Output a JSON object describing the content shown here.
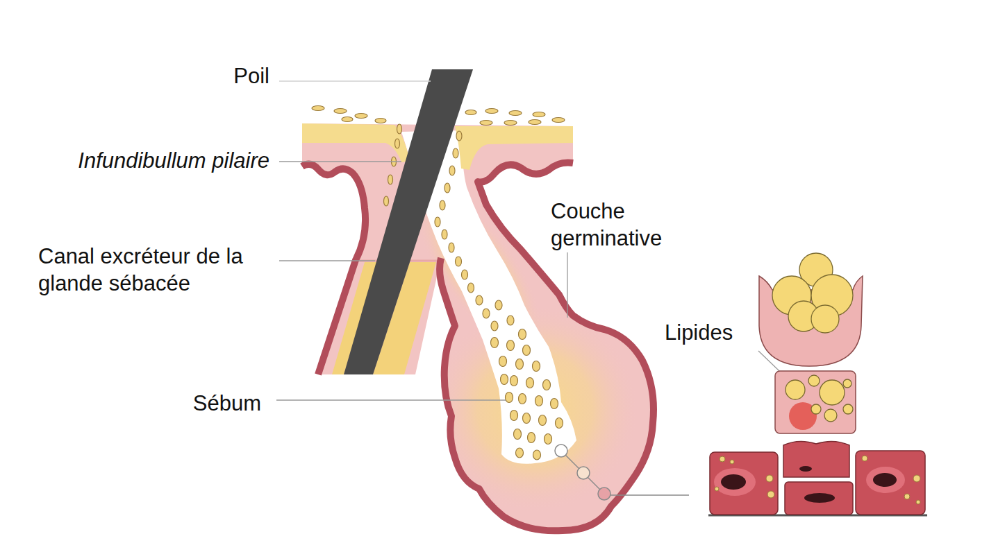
{
  "diagram": {
    "labels": [
      "Poil",
      "Infundibullum pilaire",
      "Canal excréteur de la glande sébacée",
      "Couche germinative",
      "Sébum",
      "Lipides"
    ]
  }
}
